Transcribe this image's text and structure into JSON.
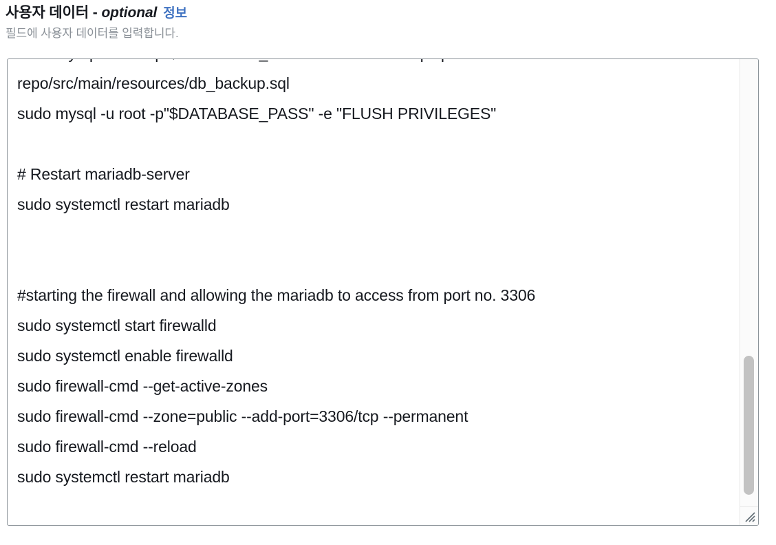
{
  "field": {
    "label_main": "사용자 데이터",
    "label_separator": " - ",
    "label_optional": "optional",
    "info_link": "정보",
    "description": "필드에 사용자 데이터를 입력합니다."
  },
  "textarea": {
    "name": "user-data",
    "scrolled": true,
    "lines": [
      "sudo mysql -u root -p\"$DATABASE_PASS\" accounts < /tmp/vprofile-repo/src/main/resources/db_backup.sql",
      "sudo mysql -u root -p\"$DATABASE_PASS\" -e \"FLUSH PRIVILEGES\"",
      "",
      "# Restart mariadb-server",
      "sudo systemctl restart mariadb",
      "",
      "",
      "#starting the firewall and allowing the mariadb to access from port no. 3306",
      "sudo systemctl start firewalld",
      "sudo systemctl enable firewalld",
      "sudo firewall-cmd --get-active-zones",
      "sudo firewall-cmd --zone=public --add-port=3306/tcp --permanent",
      "sudo firewall-cmd --reload",
      "sudo systemctl restart mariadb"
    ]
  },
  "colors": {
    "link": "#3f72c1",
    "text": "#16191f",
    "muted": "#8a9097",
    "border": "#8b9399",
    "scrollbar_thumb": "#c2c2c2"
  },
  "icons": {
    "resize_grip": "resize-grip-icon",
    "scrollbar": "scrollbar-thumb-icon"
  }
}
